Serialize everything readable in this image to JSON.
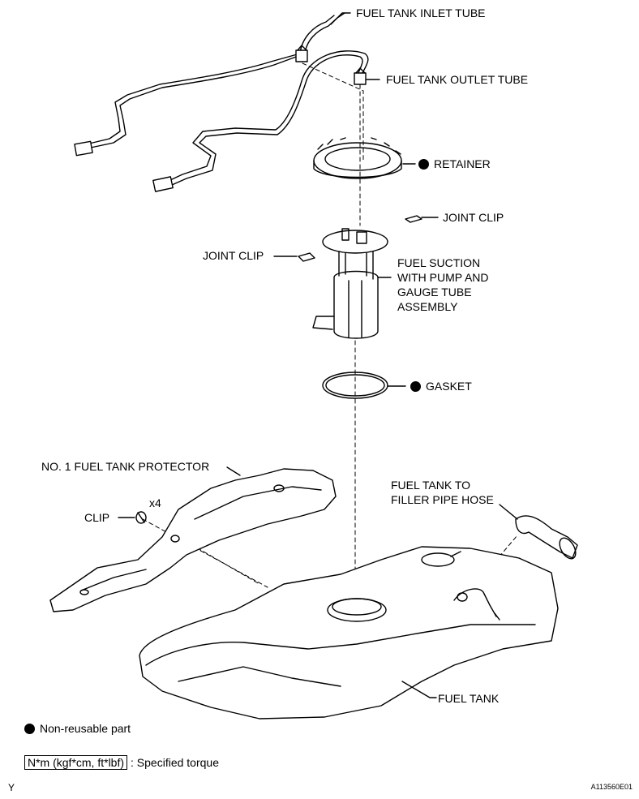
{
  "labels": {
    "fuel_tank_inlet_tube": "FUEL TANK INLET TUBE",
    "fuel_tank_outlet_tube": "FUEL TANK OUTLET TUBE",
    "retainer": "RETAINER",
    "joint_clip_right": "JOINT CLIP",
    "joint_clip_left": "JOINT CLIP",
    "fuel_suction": [
      "FUEL SUCTION",
      "WITH PUMP AND",
      "GAUGE TUBE",
      "ASSEMBLY"
    ],
    "gasket": "GASKET",
    "protector": "NO. 1 FUEL TANK PROTECTOR",
    "filler_hose": [
      "FUEL TANK TO",
      "FILLER PIPE HOSE"
    ],
    "clip": "CLIP",
    "clip_qty": "x4",
    "fuel_tank": "FUEL TANK"
  },
  "legend": {
    "non_reusable": "Non-reusable part",
    "torque_box": "N*m (kgf*cm, ft*lbf)",
    "torque_text": ": Specified torque"
  },
  "corner": {
    "left": "Y",
    "right": "A113560E01"
  }
}
